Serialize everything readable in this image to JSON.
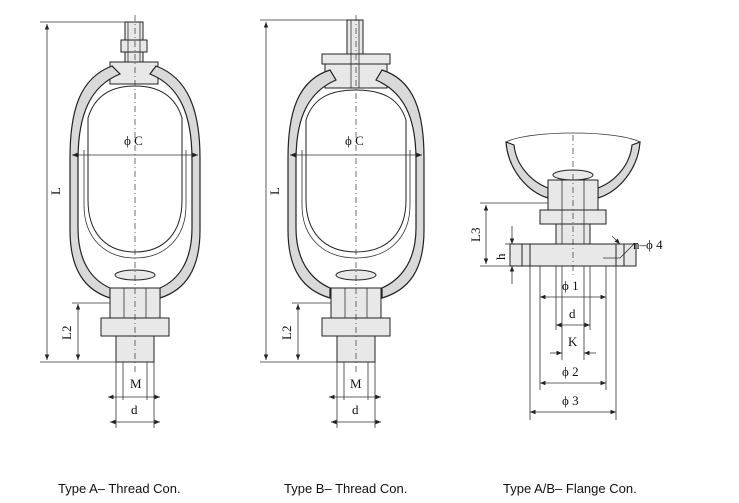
{
  "type_a": {
    "caption": "Type A– Thread Con.",
    "labels": {
      "L": "L",
      "phiC": "ϕ C",
      "L2": "L2",
      "M": "M",
      "d": "d"
    }
  },
  "type_b": {
    "caption": "Type B– Thread Con.",
    "labels": {
      "L": "L",
      "phiC": "ϕ C",
      "L2": "L2",
      "M": "M",
      "d": "d"
    }
  },
  "type_ab_flange": {
    "caption": "Type A/B– Flange Con.",
    "labels": {
      "L3": "L3",
      "h": "h",
      "n_phi4": "n–ϕ 4",
      "phi1": "ϕ 1",
      "d": "d",
      "K": "K",
      "phi2": "ϕ 2",
      "phi3": "ϕ 3"
    }
  }
}
